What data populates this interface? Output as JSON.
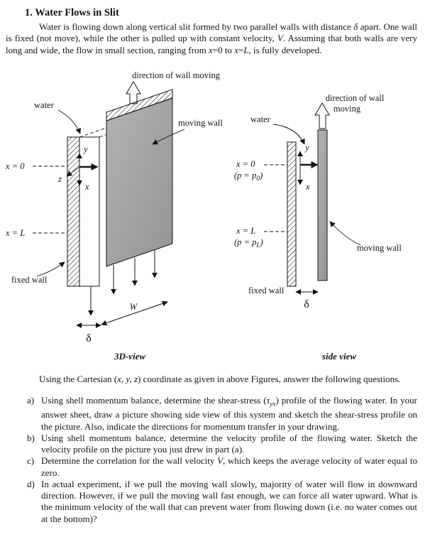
{
  "title": "1. Water Flows in Slit",
  "intro": [
    {
      "t": "Water is flowing down along vertical slit formed by two parallel walls with distance "
    },
    {
      "t": "δ",
      "i": true
    },
    {
      "t": " apart.  One wall is fixed (not move), while the other is pulled up with constant velocity, "
    },
    {
      "t": "V",
      "i": true
    },
    {
      "t": ". Assuming that both walls are very long and wide, the flow in small section, ranging from "
    },
    {
      "t": "x",
      "i": true
    },
    {
      "t": "=0 to "
    },
    {
      "t": "x",
      "i": true
    },
    {
      "t": "="
    },
    {
      "t": "L",
      "i": true
    },
    {
      "t": ", is fully developed."
    }
  ],
  "instruction": [
    {
      "t": "Using the Cartesian ("
    },
    {
      "t": "x, y, z",
      "i": true
    },
    {
      "t": ") coordinate as given in above Figures, answer the following questions."
    }
  ],
  "questions": [
    {
      "label": "a)",
      "rich": [
        {
          "t": "Using shell momentum balance, determine the shear-stress ("
        },
        {
          "t": "τ",
          "i": true
        },
        {
          "t": "yx",
          "i": true,
          "sub": true
        },
        {
          "t": ") profile of the flowing water.  In your answer sheet, draw a picture showing side view of this system and sketch the shear-stress profile on the picture.  Also, indicate the directions for momentum transfer in your drawing."
        }
      ]
    },
    {
      "label": "b)",
      "rich": [
        {
          "t": "Using shell momentum balance, determine the velocity profile of the flowing water. Sketch the velocity profile on the picture you just drew in part (a)."
        }
      ]
    },
    {
      "label": "c)",
      "rich": [
        {
          "t": "Determine the correlation for the wall velocity "
        },
        {
          "t": "V",
          "i": true
        },
        {
          "t": ", which keeps the average velocity of water equal to zero."
        }
      ]
    },
    {
      "label": "d)",
      "rich": [
        {
          "t": "In actual experiment, if we pull the moving wall slowly, majority of water will flow in downward direction.  However, if we pull the moving wall fast enough, we can force all water upward.  What is the minimum velocity of the wall that can prevent water from flowing down (i.e. no water comes out at the bottom)?"
        }
      ]
    }
  ],
  "figure": {
    "three_d": {
      "direction_label": "direction of wall moving",
      "water_label": "water",
      "moving_wall_label": "moving wall",
      "fixed_wall_label": "fixed wall",
      "x0_label": "x = 0",
      "xL_label": "x = L",
      "axis_x": "x",
      "axis_y": "y",
      "axis_z": "z",
      "width_label": "W",
      "gap_label": "δ",
      "caption": "3D-view"
    },
    "side_view": {
      "direction_label_line1": "direction of wall",
      "direction_label_line2": "moving",
      "water_label": "water",
      "moving_wall_label": "moving wall",
      "fixed_wall_label": "fixed wall",
      "x0_label": "x = 0",
      "p0_prefix": "(p = p",
      "p0_sub": "0",
      "p0_suffix": ")",
      "xL_label": "x = L",
      "pL_prefix": "(p = p",
      "pL_sub": "L",
      "pL_suffix": ")",
      "axis_x": "x",
      "axis_y": "y",
      "gap_label": "δ",
      "caption": "side view"
    },
    "colors": {
      "moving_wall_gray": "#a6a6a6",
      "ink": "#141414"
    }
  }
}
